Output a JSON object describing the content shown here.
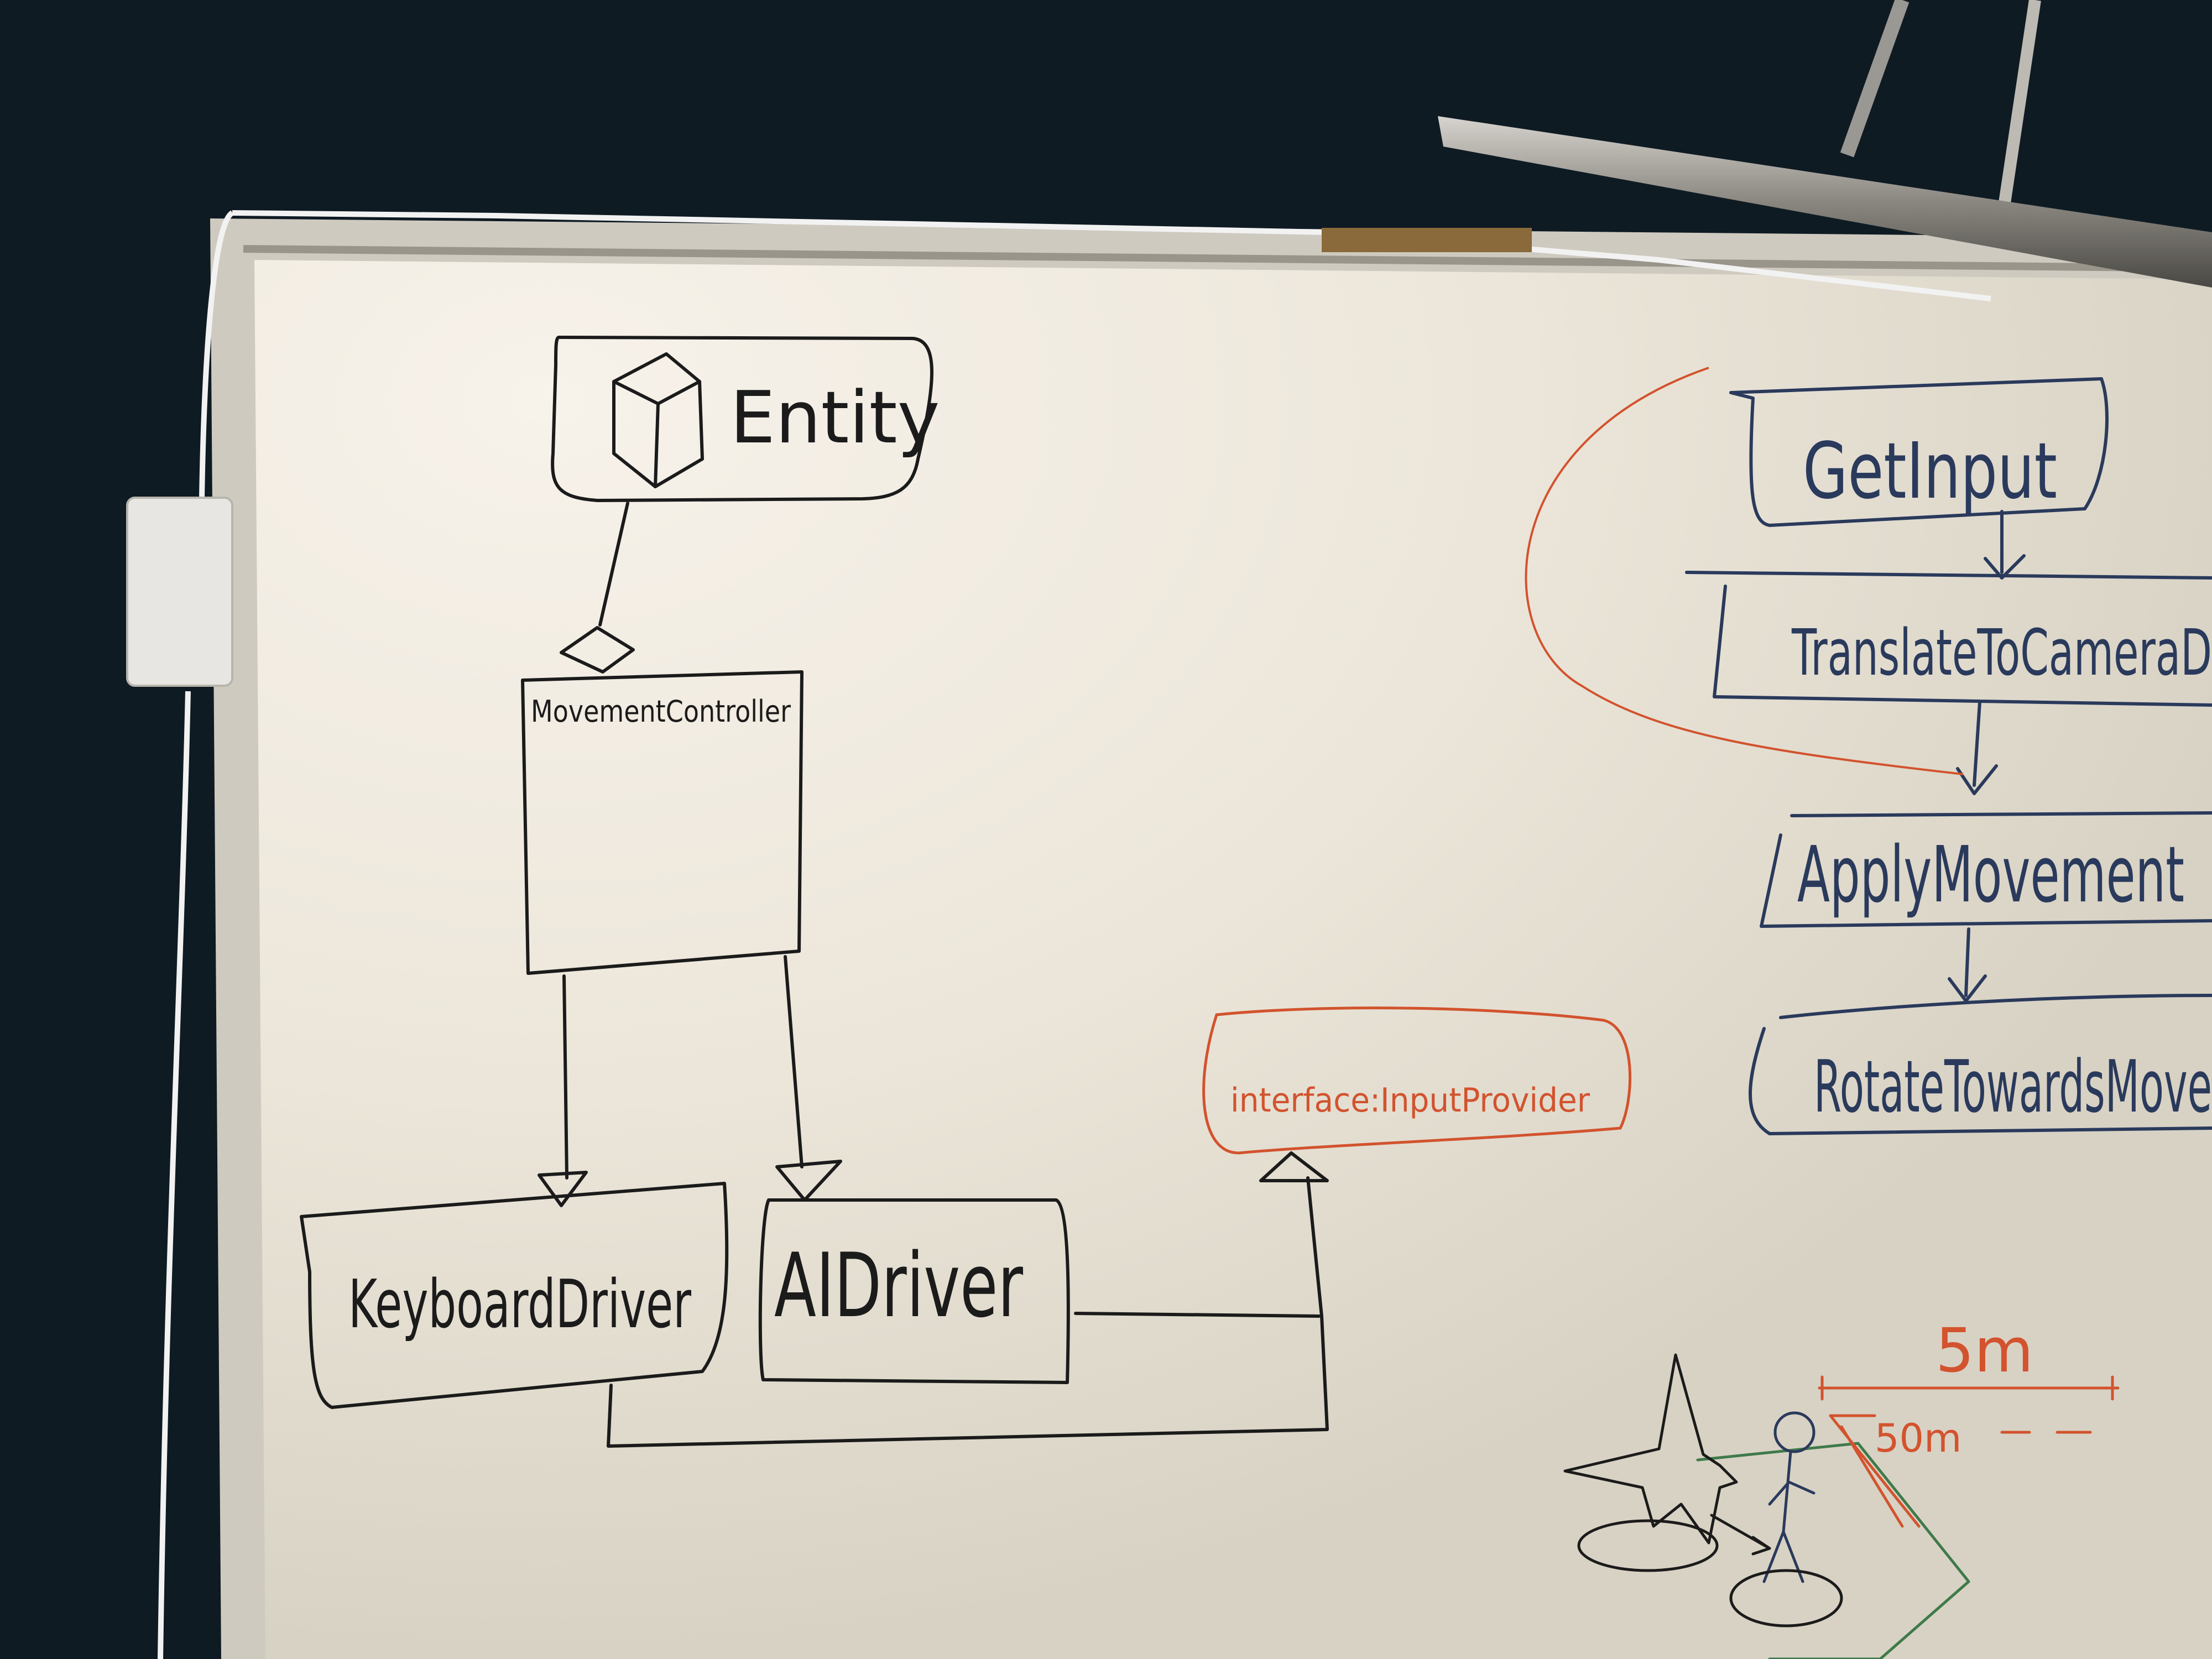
{
  "uml": {
    "entity": "Entity",
    "movement_controller": "MovementController",
    "keyboard_driver": "KeyboardDriver",
    "ai_driver": "AIDriver",
    "interface_input_provider": "interface:InputProvider"
  },
  "flow": {
    "steps": [
      "GetInput",
      "TranslateToCameraD",
      "ApplyMovement",
      "RotateTowardsMove"
    ]
  },
  "sketch": {
    "distance_5m": "5m",
    "distance_50m": "50m"
  },
  "colors": {
    "wall": "#101c24",
    "board": "#ece6da",
    "marker_black": "#1b1b1b",
    "marker_blue": "#2a3a5c",
    "marker_red": "#d2532e",
    "marker_green": "#3f7a4a"
  }
}
